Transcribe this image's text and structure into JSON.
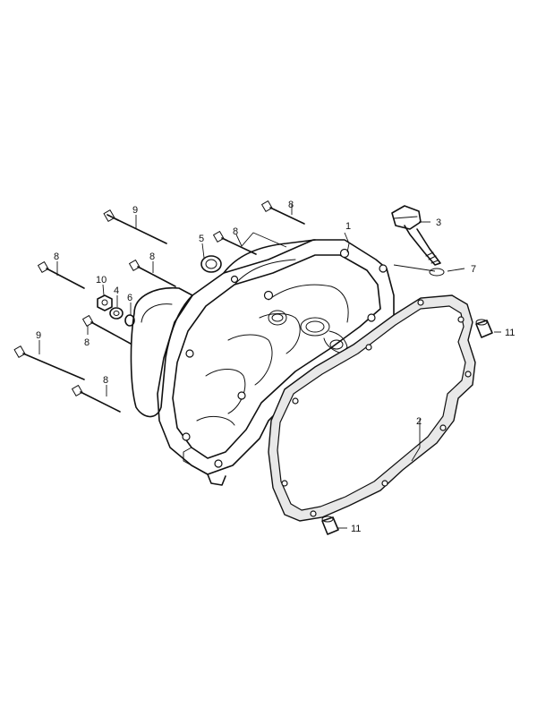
{
  "callouts": {
    "c1": "1",
    "c2": "2",
    "c3": "3",
    "c4": "4",
    "c5": "5",
    "c6": "6",
    "c7": "7",
    "c8a": "8",
    "c8b": "8",
    "c8c": "8",
    "c8d": "8",
    "c8e": "8",
    "c8f": "8",
    "c9a": "9",
    "c9b": "9",
    "c10": "10",
    "c11a": "11",
    "c11b": "11"
  }
}
